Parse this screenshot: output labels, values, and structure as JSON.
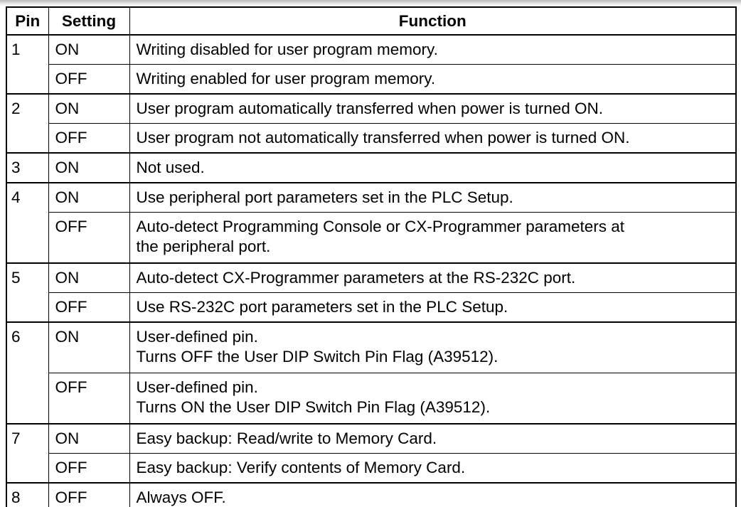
{
  "table": {
    "headers": {
      "pin": "Pin",
      "setting": "Setting",
      "function": "Function"
    },
    "rows": [
      {
        "pin": "1",
        "setting": "ON",
        "function": [
          "Writing disabled for user program memory."
        ]
      },
      {
        "pin": "",
        "setting": "OFF",
        "function": [
          "Writing enabled for user program memory."
        ]
      },
      {
        "pin": "2",
        "setting": "ON",
        "function": [
          "User program automatically transferred when power is turned ON."
        ]
      },
      {
        "pin": "",
        "setting": "OFF",
        "function": [
          "User program not automatically transferred when power is turned ON."
        ]
      },
      {
        "pin": "3",
        "setting": "ON",
        "function": [
          "Not used."
        ]
      },
      {
        "pin": "4",
        "setting": "ON",
        "function": [
          "Use peripheral port parameters set in the PLC Setup."
        ]
      },
      {
        "pin": "",
        "setting": "OFF",
        "function": [
          "Auto-detect Programming Console or CX-Programmer parameters at",
          "the peripheral port."
        ]
      },
      {
        "pin": "5",
        "setting": "ON",
        "function": [
          "Auto-detect CX-Programmer parameters at the RS-232C port."
        ]
      },
      {
        "pin": "",
        "setting": "OFF",
        "function": [
          "Use RS-232C port parameters set in the PLC Setup."
        ]
      },
      {
        "pin": "6",
        "setting": "ON",
        "function": [
          "User-defined pin.",
          "Turns OFF the User DIP Switch Pin Flag (A39512)."
        ]
      },
      {
        "pin": "",
        "setting": "OFF",
        "function": [
          "User-defined pin.",
          "Turns ON the User DIP Switch Pin Flag (A39512)."
        ]
      },
      {
        "pin": "7",
        "setting": "ON",
        "function": [
          "Easy backup: Read/write to Memory Card."
        ]
      },
      {
        "pin": "",
        "setting": "OFF",
        "function": [
          "Easy backup: Verify contents of Memory Card."
        ]
      },
      {
        "pin": "8",
        "setting": "OFF",
        "function": [
          "Always OFF."
        ]
      }
    ]
  }
}
